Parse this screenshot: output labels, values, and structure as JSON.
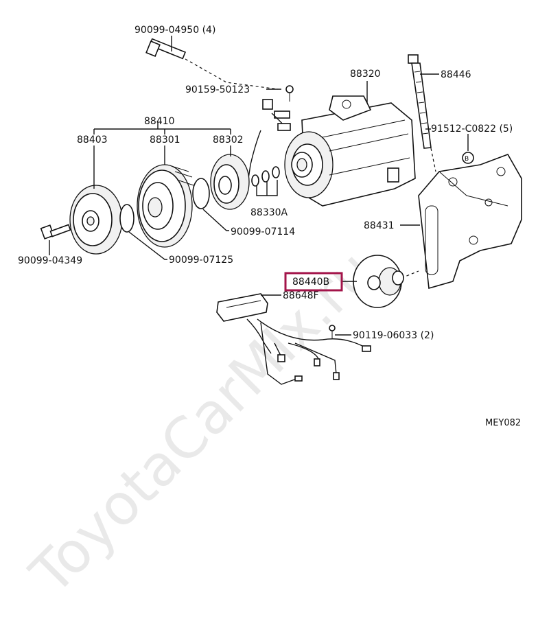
{
  "watermark": "ToyotaCarMIx.ru",
  "diagram_code": "MEY082",
  "highlighted_part": "88440B",
  "labels": {
    "bolt_top": "90099-04950 (4)",
    "screw_top": "90159-50123",
    "compressor": "88320",
    "stud_bolt": "88446",
    "washer_right": "91512-C0822 (5)",
    "clutch_assy": "88410",
    "pressure_plate": "88403",
    "pulley": "88301",
    "stator": "88302",
    "shims": "88330A",
    "snap_ring_1": "90099-07114",
    "snap_ring_2": "90099-07125",
    "bolt_left": "90099-04349",
    "bracket": "88431",
    "idler": "88440B",
    "amplifier": "88648F",
    "screw_bottom": "90119-06033 (2)"
  }
}
